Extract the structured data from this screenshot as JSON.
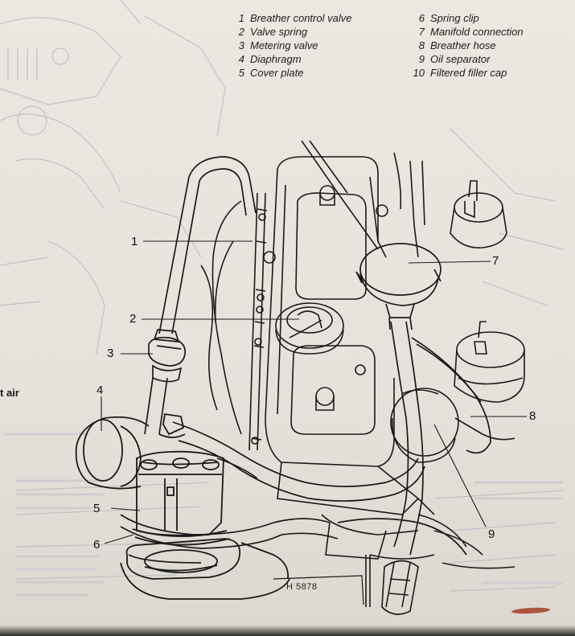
{
  "legend": {
    "column1": [
      {
        "num": "1",
        "label": "Breather control valve"
      },
      {
        "num": "2",
        "label": "Valve spring"
      },
      {
        "num": "3",
        "label": "Metering valve"
      },
      {
        "num": "4",
        "label": "Diaphragm"
      },
      {
        "num": "5",
        "label": "Cover plate"
      }
    ],
    "column2": [
      {
        "num": "6",
        "label": "Spring clip"
      },
      {
        "num": "7",
        "label": "Manifold connection"
      },
      {
        "num": "8",
        "label": "Breather hose"
      },
      {
        "num": "9",
        "label": "Oil separator"
      },
      {
        "num": "10",
        "label": "Filtered filler cap"
      }
    ]
  },
  "callouts": {
    "c1": "1",
    "c2": "2",
    "c3": "3",
    "c4": "4",
    "c5": "5",
    "c6": "6",
    "c7": "7",
    "c8": "8",
    "c9": "9"
  },
  "side_text": "t air",
  "figure_ref": "H 5878",
  "colors": {
    "ink": "#1a1a1a",
    "faint_ink": "#a9adb8",
    "paper": "#e9e5de",
    "smudge": "#a33e22"
  }
}
